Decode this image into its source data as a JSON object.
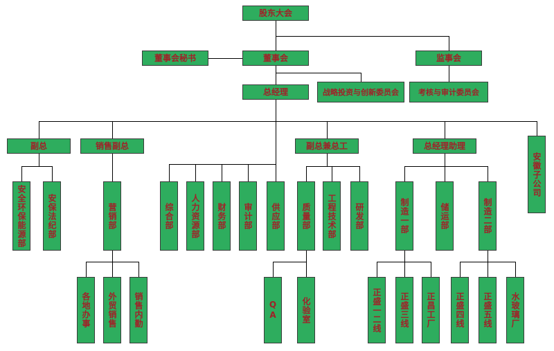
{
  "colors": {
    "box_fill": "#2ead5e",
    "box_text": "#a02128",
    "line": "#000000"
  },
  "nodes": {
    "shareholders": "股东大会",
    "board_secretary": "董事会秘书",
    "board": "董事会",
    "supervisory": "监事会",
    "gm": "总经理",
    "strategy_committee": "战略投资与创新委员会",
    "audit_committee": "考核与审计委员会",
    "deputy_gm": "副总",
    "sales_deputy_gm": "销售副总",
    "deputy_gm_chief_engineer": "副总兼总工",
    "gm_assistant": "总经理助理",
    "anhui_subsidiary": "安徽子公司",
    "safety_env_energy": "安全环保能源部",
    "security_law": "安保法纪部",
    "marketing": "营销部",
    "general_affairs": "综合部",
    "hr": "人力资源部",
    "finance": "财务部",
    "audit": "审计部",
    "supply": "供应部",
    "quality": "质量部",
    "engineering_tech": "工程技术部",
    "rnd": "研发部",
    "manufacturing_1": "制造一部",
    "storage_transport": "储运部",
    "manufacturing_2": "制造二部",
    "regional_offices": "各地办事",
    "foreign_trade_sales": "外贸销售",
    "sales_support": "销售内勤",
    "qa": "QA",
    "lab": "化验室",
    "zhengsheng_line12": "正盛一二线",
    "zhengsheng_line3": "正盛三线",
    "zhengchang_factory": "正昌工厂",
    "zhengsheng_line4": "正盛四线",
    "zhengsheng_line5": "正盛五线",
    "water_glass_factory": "水玻璃厂"
  }
}
